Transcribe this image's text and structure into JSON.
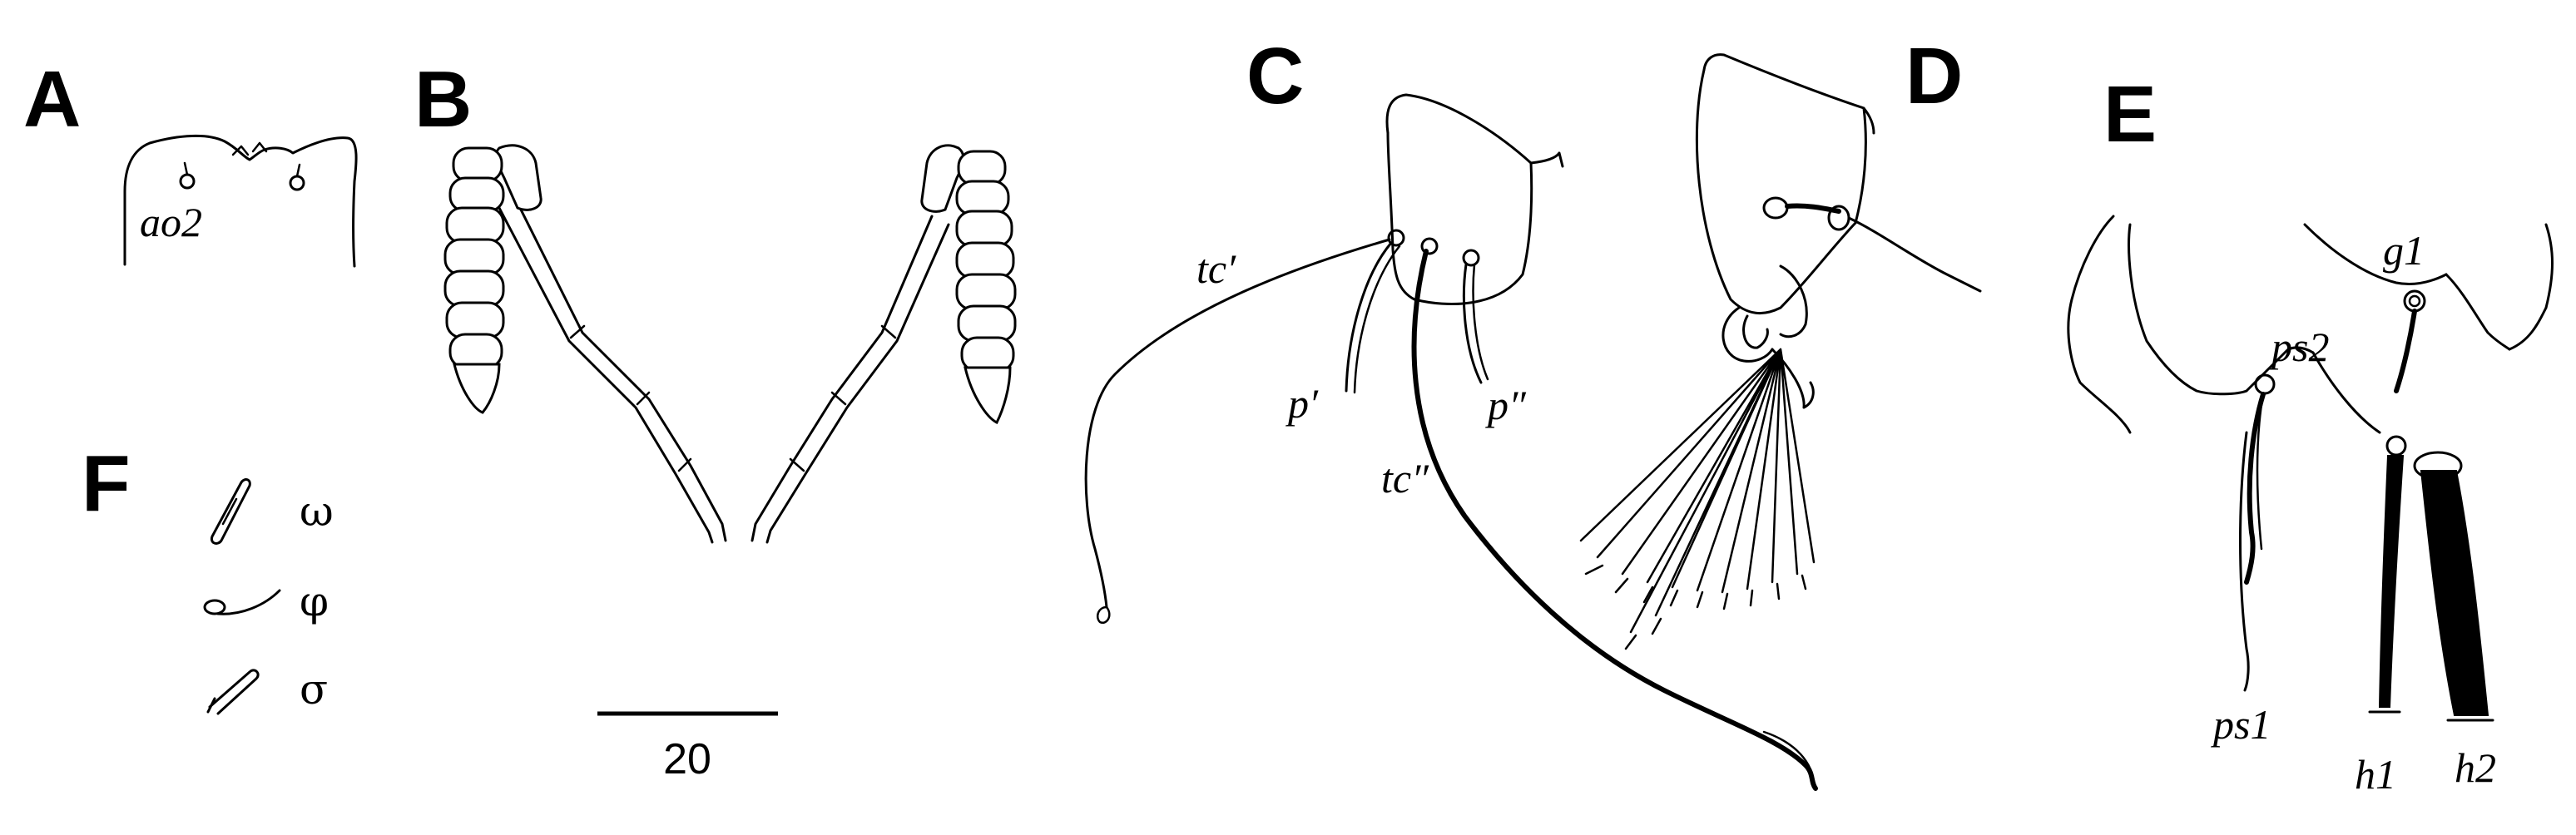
{
  "panels": {
    "A": {
      "letter": "A",
      "labels": {
        "ao2": "ao2"
      }
    },
    "B": {
      "letter": "B"
    },
    "C": {
      "letter": "C",
      "labels": {
        "tc1": "tc′",
        "tc2": "tc″",
        "p1": "p′",
        "p2": "p″"
      }
    },
    "D": {
      "letter": "D"
    },
    "E": {
      "letter": "E",
      "labels": {
        "g1": "g1",
        "ps1": "ps1",
        "ps2": "ps2",
        "h1": "h1",
        "h2": "h2"
      }
    },
    "F": {
      "letter": "F",
      "symbols": [
        "ω",
        "φ",
        "σ"
      ]
    }
  },
  "scale_bar": {
    "label": "20"
  }
}
